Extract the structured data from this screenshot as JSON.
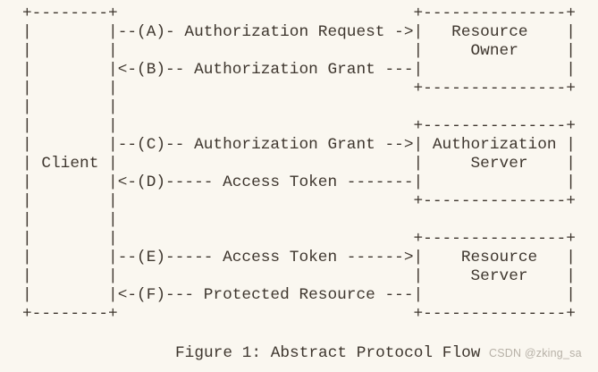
{
  "page": {
    "background_color": "#faf7f0",
    "ink_color": "#3e362e",
    "watermark_color": "#b7b1a7"
  },
  "diagram": {
    "lines": [
      "+--------+                               +---------------+",
      "|        |--(A)- Authorization Request ->|   Resource    |",
      "|        |                               |     Owner     |",
      "|        |<-(B)-- Authorization Grant ---|               |",
      "|        |                               +---------------+",
      "|        |",
      "|        |                               +---------------+",
      "|        |--(C)-- Authorization Grant -->| Authorization |",
      "| Client |                               |     Server    |",
      "|        |<-(D)----- Access Token -------|               |",
      "|        |                               +---------------+",
      "|        |",
      "|        |                               +---------------+",
      "|        |--(E)----- Access Token ------>|    Resource   |",
      "|        |                               |     Server    |",
      "|        |<-(F)--- Protected Resource ---|               |",
      "+--------+                               +---------------+"
    ],
    "entities": [
      "Client",
      "Resource Owner",
      "Authorization Server",
      "Resource Server"
    ],
    "steps": [
      {
        "id": "A",
        "from": "Client",
        "to": "Resource Owner",
        "label": "Authorization Request"
      },
      {
        "id": "B",
        "from": "Resource Owner",
        "to": "Client",
        "label": "Authorization Grant"
      },
      {
        "id": "C",
        "from": "Client",
        "to": "Authorization Server",
        "label": "Authorization Grant"
      },
      {
        "id": "D",
        "from": "Authorization Server",
        "to": "Client",
        "label": "Access Token"
      },
      {
        "id": "E",
        "from": "Client",
        "to": "Resource Server",
        "label": "Access Token"
      },
      {
        "id": "F",
        "from": "Resource Server",
        "to": "Client",
        "label": "Protected Resource"
      }
    ]
  },
  "caption": "Figure 1: Abstract Protocol Flow",
  "watermark": {
    "text": "CSDN @zking_sa"
  }
}
